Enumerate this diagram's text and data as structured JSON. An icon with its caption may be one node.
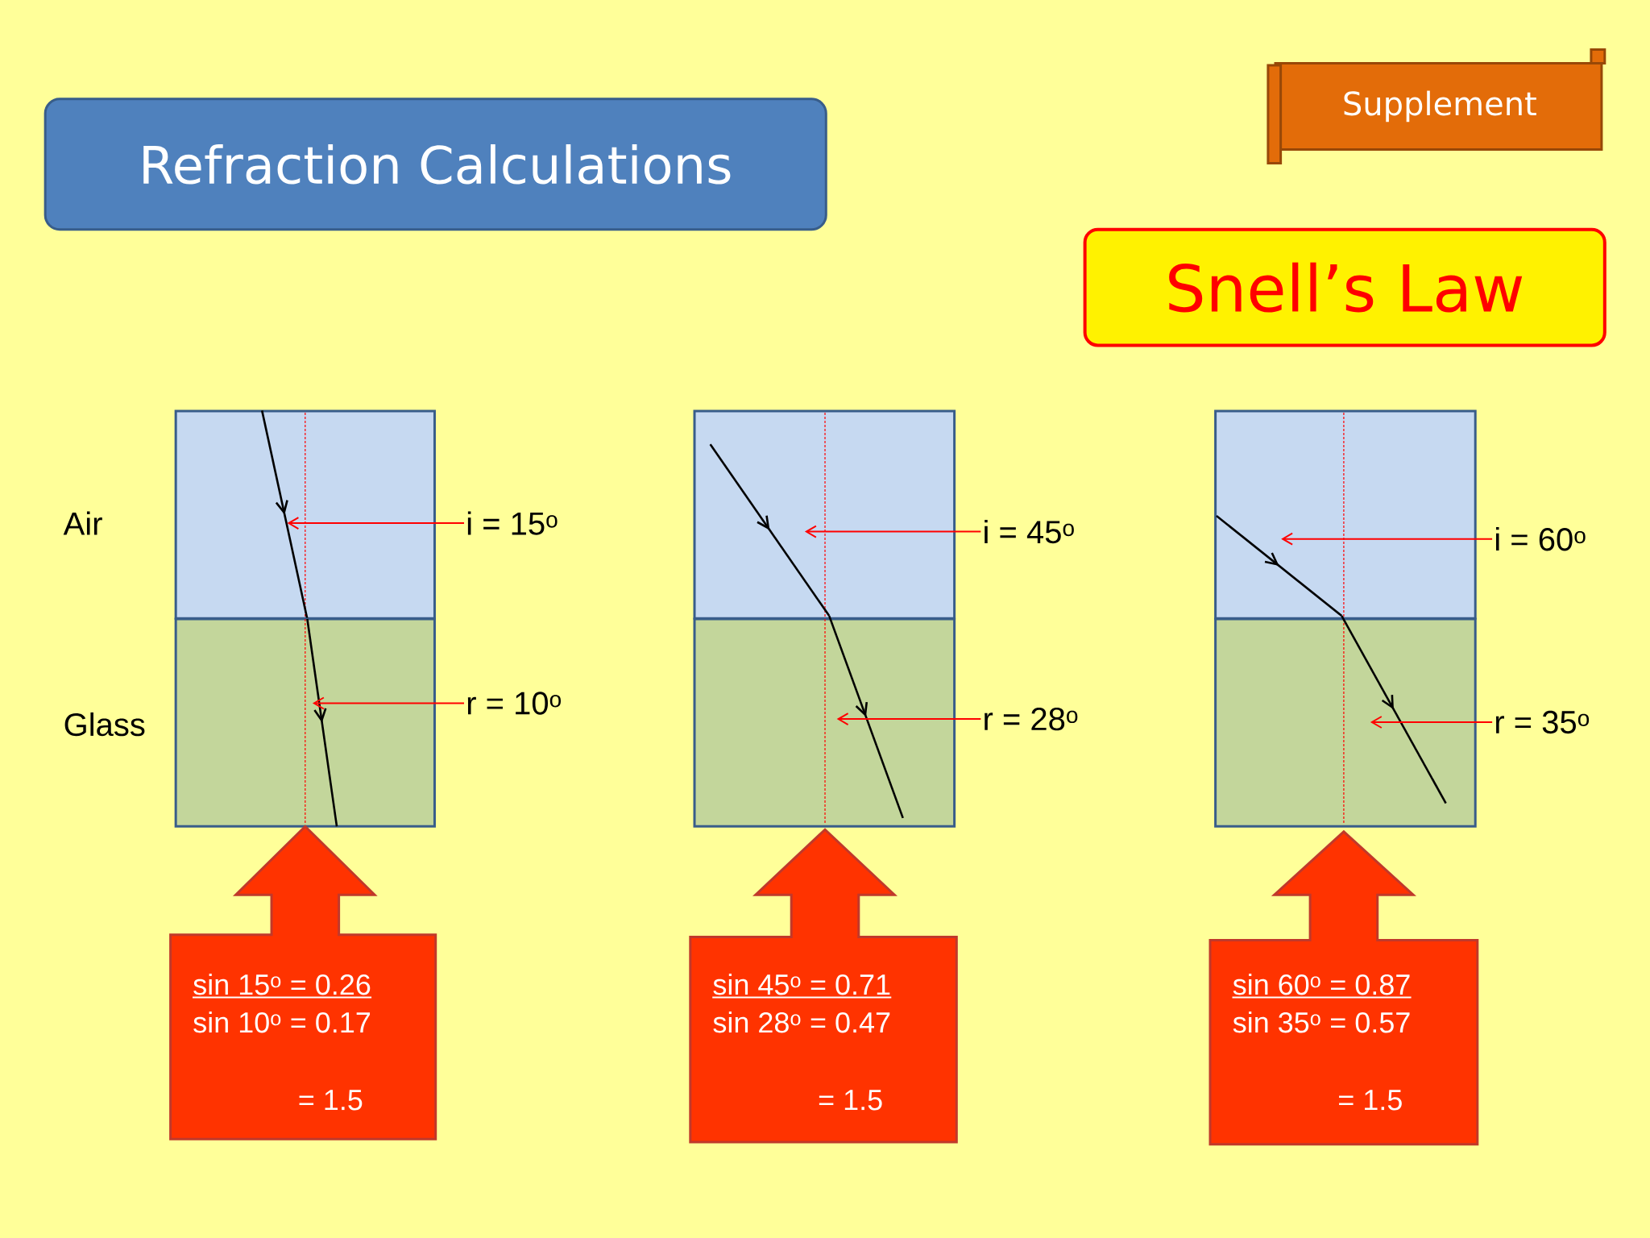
{
  "diagram": {
    "nodes": [
      {
        "text": [
          "Refraction Calculations"
        ]
      },
      {
        "text": [
          "Supplement"
        ]
      },
      {
        "text": [
          "Snell’s Law"
        ]
      },
      {
        "text": [],
        "shape": "box",
        "beside": [
          "Air"
        ]
      },
      {
        "text": [],
        "shape": "box",
        "beside": [
          "Glass"
        ]
      },
      {
        "text": [
          "i = 15$^{o}$"
        ]
      },
      {
        "text": [
          "r = 10$^{o}$"
        ]
      },
      {
        "text": [
          "sin 15$^{o}$ = 0.26",
          "sin 10$^{o}$ = 0.17",
          "= 1.5"
        ]
      },
      {
        "text": [],
        "shape": "box"
      },
      {
        "text": [],
        "shape": "box"
      },
      {
        "text": [
          "i = 45$^{o}$"
        ]
      },
      {
        "text": [
          "r = 28$^{o}$"
        ]
      },
      {
        "text": [
          "sin 45$^{o}$ = 0.71",
          "sin 28$^{o}$ = 0.47",
          "= 1.5"
        ]
      },
      {
        "text": [],
        "shape": "box"
      },
      {
        "text": [],
        "shape": "box"
      },
      {
        "text": [
          "i = 60$^{o}$"
        ]
      },
      {
        "text": [
          "r = 35$^{o}$"
        ]
      },
      {
        "text": [
          "sin 60$^{o}$ = 0.87",
          "sin 35$^{o}$ = 0.57",
          "= 1.5"
        ]
      }
    ],
    "edges": [
      {
        "from": 5,
        "to": 3,
        "arrow": "to"
      },
      {
        "from": 6,
        "to": 4,
        "arrow": "to"
      },
      {
        "from": 10,
        "to": 8,
        "arrow": "to"
      },
      {
        "from": 11,
        "to": 9,
        "arrow": "to"
      },
      {
        "from": 15,
        "to": 13,
        "arrow": "to"
      },
      {
        "from": 16,
        "to": 14,
        "arrow": "to"
      }
    ]
  }
}
